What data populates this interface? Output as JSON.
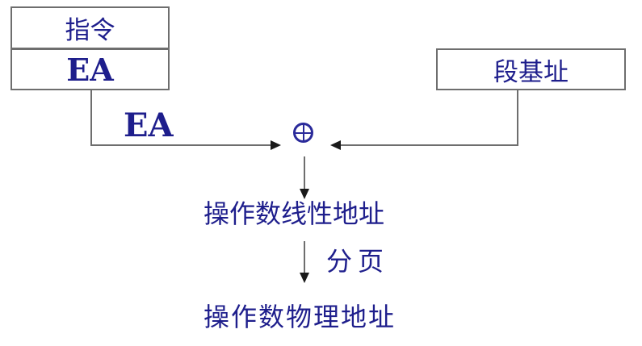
{
  "diagram": {
    "instruction_box": {
      "top_cell": "指令",
      "bottom_cell": "EA"
    },
    "segment_base_box": {
      "label": "段基址"
    },
    "ea_arrow_label": "EA",
    "adder_icon": "⊕",
    "linear_address_label": "操作数线性地址",
    "paging_label": "分页",
    "physical_address_label": "操作数物理地址"
  },
  "colors": {
    "text_navy": "#1e1e8c",
    "adder_navy": "#2a2a9a",
    "line_gray": "#6e6e6e",
    "arrowhead_black": "#1a1a1a",
    "background": "#ffffff"
  }
}
